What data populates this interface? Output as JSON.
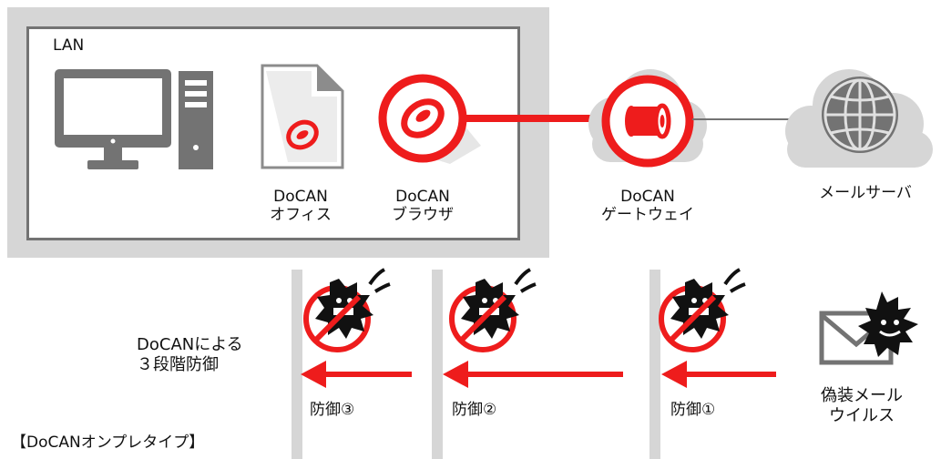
{
  "lan": {
    "label": "LAN"
  },
  "nodes": {
    "office": {
      "label": "DoCAN\nオフィス"
    },
    "browser": {
      "label": "DoCAN\nブラウザ"
    },
    "gateway": {
      "label": "DoCAN\nゲートウェイ"
    },
    "mail_server": {
      "label": "メールサーバ"
    }
  },
  "defense": {
    "heading": "DoCANによる\n３段階防御",
    "layers": [
      "防御③",
      "防御②",
      "防御①"
    ]
  },
  "threat": {
    "label": "偽装メール\nウイルス"
  },
  "footer": {
    "title": "【DoCANオンプレタイプ】"
  },
  "colors": {
    "accent": "#ee1c1c",
    "gray": "#737373",
    "light_gray": "#d6d6d6"
  }
}
